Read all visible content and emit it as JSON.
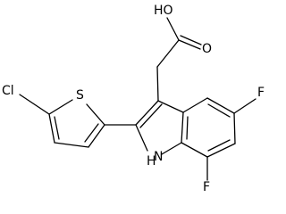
{
  "structure": {
    "atoms": {
      "carboxyl_oxygen_label": "O",
      "hydroxyl_label": "HO",
      "chlorine_label": "Cl",
      "sulfur_label": "S",
      "indole_nh_label": "H",
      "indole_n_label": "N",
      "fluorine_upper_label": "F",
      "fluorine_lower_label": "F"
    }
  }
}
